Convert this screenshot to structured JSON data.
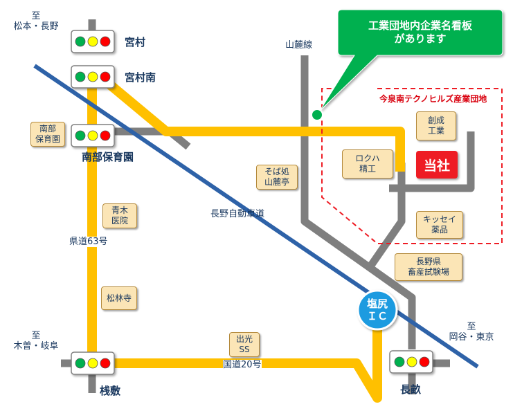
{
  "callout": {
    "line1": "工業団地内企業名看板",
    "line2": "があります"
  },
  "industrial_estate": "今泉南テクノヒルズ産業団地",
  "company": "当社",
  "interchange": {
    "line1": "塩尻",
    "line2": "ＩＣ"
  },
  "directions": {
    "north": {
      "line1": "至",
      "line2": "松本・長野"
    },
    "southwest": {
      "line1": "至",
      "line2": "木曽・岐阜"
    },
    "east": {
      "line1": "至",
      "line2": "岡谷・東京"
    }
  },
  "intersections": {
    "miyamura": "宮村",
    "miyamura_minami": "宮村南",
    "nanbu_hoikuen": "南部保育園",
    "sajiki": "桟敷",
    "nagaune": "長畝"
  },
  "roads": {
    "sanroku_line": "山麓線",
    "expressway": "長野自動車道",
    "prefectural_63": "県道63号",
    "national_20": "国道20号"
  },
  "landmarks": {
    "nanbu_hoikuen": {
      "line1": "南部",
      "line2": "保育園"
    },
    "aoki_clinic": {
      "line1": "青木",
      "line2": "医院"
    },
    "shorinji": {
      "line1": "松林寺",
      "line2": ""
    },
    "soba": {
      "line1": "そば処",
      "line2": "山麓亭"
    },
    "rokuha": {
      "line1": "ロクハ",
      "line2": "精工"
    },
    "sosei": {
      "line1": "創成",
      "line2": "工業"
    },
    "kisssei": {
      "line1": "キッセイ",
      "line2": "薬品"
    },
    "livestock": {
      "line1": "長野県",
      "line2": "畜産試験場"
    },
    "idemitsu": {
      "line1": "出光",
      "line2": "SS"
    }
  },
  "colors": {
    "main_route": "#ffc000",
    "minor_road": "#7f7f7f",
    "expressway": "#2e62a8",
    "callout": "#00b050",
    "company": "#ee1c24",
    "estate_border": "#ee1c24",
    "interchange": "#1a9be0",
    "label_text": "#17365d"
  }
}
